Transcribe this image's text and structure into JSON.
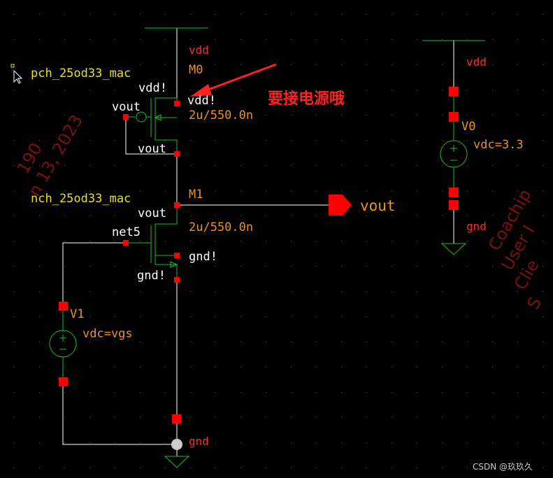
{
  "colors": {
    "background": "#000000",
    "wire": "#ffffff",
    "symbol": "#19c01e",
    "pin": "#ff0000",
    "net_label": "#e8941e",
    "cell_label": "#e8e21e",
    "annotation": "#ff2020"
  },
  "pmos": {
    "cell": "pch_25od33_mac",
    "instance": "M0",
    "net_supply_top": "vdd",
    "bulk_pin": "vdd!",
    "bulk_net": "vdd!",
    "gate_net": "vout",
    "drain_net": "vout",
    "size": "2u/550.0n"
  },
  "nmos": {
    "cell": "nch_25od33_mac",
    "instance": "M1",
    "drain_net": "vout",
    "gate_net": "net5",
    "bulk_pin": "gnd!",
    "bulk_net": "gnd!",
    "size": "2u/550.0n"
  },
  "output_pin": {
    "label": "vout"
  },
  "source_v1": {
    "instance": "V1",
    "value": "vdc=vgs"
  },
  "source_v0": {
    "instance": "V0",
    "value": "vdc=3.3",
    "net_top": "vdd",
    "net_bottom": "gnd"
  },
  "ground_main": {
    "label": "gnd"
  },
  "annotation": {
    "text": "要接电源哦"
  },
  "watermark_left": [
    "190",
    "n 13, 2023"
  ],
  "watermark_right": [
    "Coachip",
    "User I",
    "Clie",
    "S"
  ],
  "footer": {
    "credit": "CSDN @玖玖久"
  }
}
